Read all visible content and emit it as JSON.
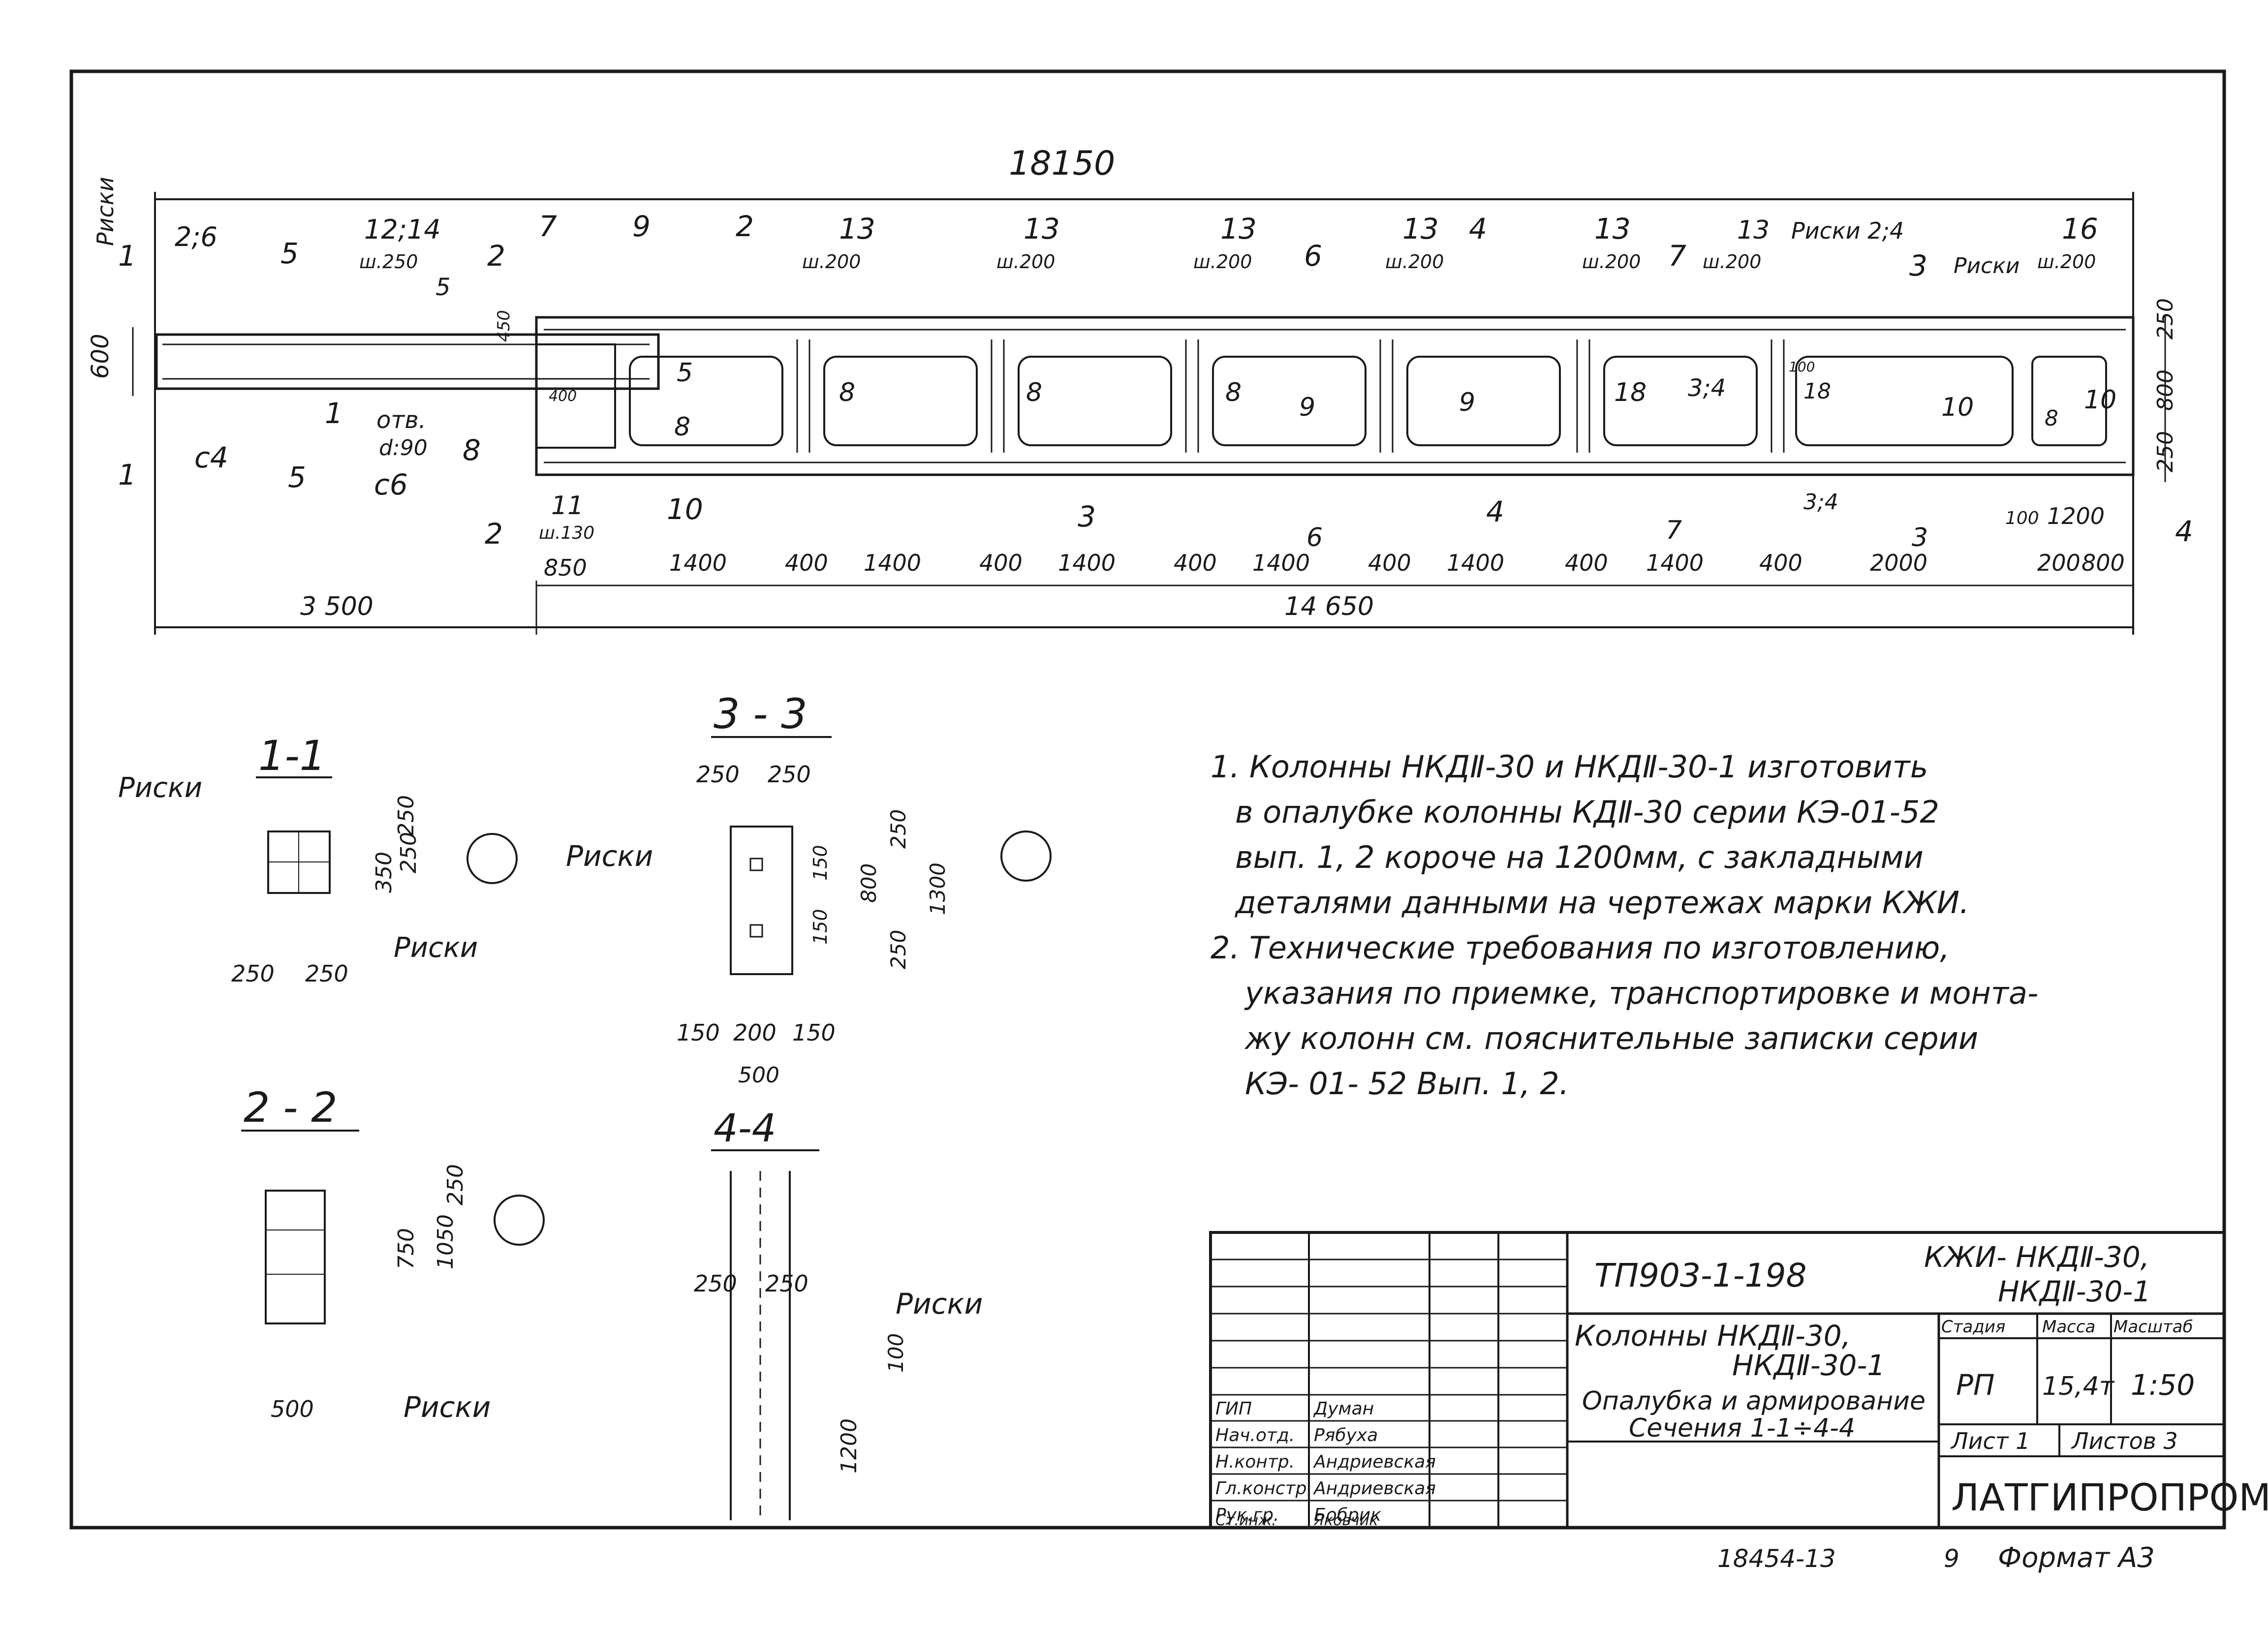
{
  "drawing": {
    "overall_length": "18150",
    "left_length": "3 500",
    "right_length": "14 650",
    "height_600": "600",
    "right_dims": [
      "250",
      "800",
      "250"
    ],
    "bottom_dims": [
      "850",
      "1400",
      "400",
      "1400",
      "400",
      "1400",
      "400",
      "1400",
      "400",
      "1400",
      "400",
      "1400",
      "400",
      "2000",
      "200",
      "800"
    ],
    "dim_1200": "1200",
    "dim_100": "100",
    "dim_450": "450",
    "dim_400": "400",
    "dim_100_small": "100"
  },
  "callouts": {
    "riski": "Риски",
    "riski_24": "Риски 2;4",
    "c26": "2;6",
    "c1214": "12;14",
    "sh250": "ш.250",
    "c7": "7",
    "c9": "9",
    "c2": "2",
    "c13": "13",
    "sh200": "ш.200",
    "c6": "6",
    "c4": "4",
    "c16": "16",
    "c5": "5",
    "c3": "3",
    "c1": "1",
    "c8": "8",
    "c10": "10",
    "c18": "18",
    "c34": "3;4",
    "c11": "11",
    "sh130": "ш.130",
    "c4small": "с4",
    "c6small": "с6",
    "otv": "отв.",
    "d90": "d:90"
  },
  "sections": {
    "s11": {
      "title": "1-1",
      "riski_top": "Риски",
      "riski_bottom": "Риски",
      "dims_h": [
        "250",
        "250"
      ],
      "dims_v": [
        "250",
        "250",
        "350"
      ]
    },
    "s22": {
      "title": "2 - 2",
      "riski": "Риски",
      "dims_v": [
        "250",
        "750",
        "1050"
      ],
      "dim_h": "500"
    },
    "s33": {
      "title": "3 - 3",
      "riski": "Риски",
      "dims_top": [
        "250",
        "250"
      ],
      "dims_v": [
        "250",
        "150",
        "800",
        "150",
        "250",
        "1300"
      ],
      "dims_bottom": [
        "150",
        "200",
        "150"
      ],
      "dim_500": "500"
    },
    "s44": {
      "title": "4-4",
      "riski": "Риски",
      "dims_top": [
        "250",
        "250"
      ],
      "dim_100": "100",
      "dim_1200": "1200"
    }
  },
  "notes": [
    "1. Колонны НКДⅡ-30 и НКДⅡ-30-1 изготовить",
    "в опалубке колонны КДⅡ-30 серии КЭ-01-52",
    "вып. 1, 2 короче на 1200мм, с закладными",
    "деталями данными на чертежах марки КЖИ.",
    "2. Технические требования по изготовлению,",
    "указания по приемке, транспортировке и монта-",
    "жу колонн см. пояснительные записки серии",
    "КЭ- 01- 52 Вып. 1, 2."
  ],
  "title_block": {
    "project": "ТП903-1-198",
    "mark_line1": "КЖИ- НКДⅡ-30,",
    "mark_line2": "НКДⅡ-30-1",
    "name_line1": "Колонны НКДⅡ-30,",
    "name_line2": "НКДⅡ-30-1",
    "name_line3": "Опалубка и армирование",
    "name_line4": "Сечения 1-1÷4-4",
    "stage_label": "Стадия",
    "mass_label": "Масса",
    "scale_label": "Масштаб",
    "stage": "РП",
    "mass": "15,4т",
    "scale": "1:50",
    "sheet_label": "Лист 1",
    "sheets_label": "Листов 3",
    "org": "ЛАТГИПРОПРОМ",
    "staff": [
      {
        "role": "ГИП",
        "name": "Думан"
      },
      {
        "role": "Нач.отд.",
        "name": "Рябуха"
      },
      {
        "role": "Н.контр.",
        "name": "Андриевская"
      },
      {
        "role": "Гл.констр.",
        "name": "Андриевская"
      },
      {
        "role": "Рук.гр.",
        "name": "Бобрик"
      },
      {
        "role": "Ст.инж.",
        "name": "Яковчик"
      }
    ]
  },
  "footer": {
    "number": "18454-13",
    "page": "9",
    "format": "Формат А3"
  }
}
